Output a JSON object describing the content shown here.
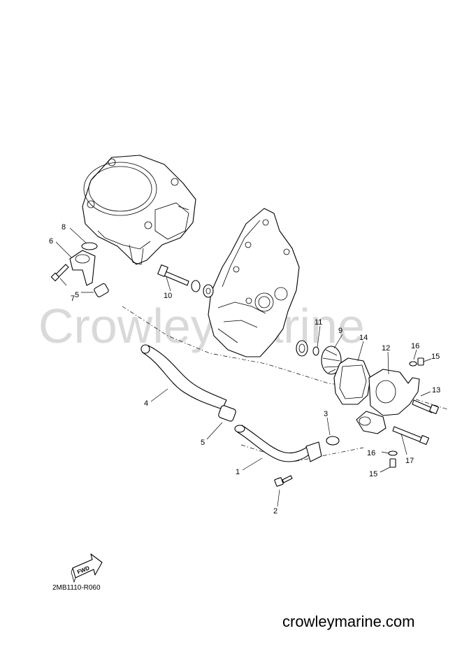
{
  "watermark": "CrowleyMarine",
  "diagram_code": "2MB1110-R060",
  "site_url": "crowleymarine.com",
  "fwd_label": "FWD",
  "callouts": [
    {
      "id": "c1",
      "label": "1"
    },
    {
      "id": "c2",
      "label": "2"
    },
    {
      "id": "c3",
      "label": "3"
    },
    {
      "id": "c4",
      "label": "4"
    },
    {
      "id": "c5a",
      "label": "5"
    },
    {
      "id": "c5b",
      "label": "5"
    },
    {
      "id": "c6",
      "label": "6"
    },
    {
      "id": "c7",
      "label": "7"
    },
    {
      "id": "c8",
      "label": "8"
    },
    {
      "id": "c9",
      "label": "9"
    },
    {
      "id": "c10",
      "label": "10"
    },
    {
      "id": "c11",
      "label": "11"
    },
    {
      "id": "c12",
      "label": "12"
    },
    {
      "id": "c13",
      "label": "13"
    },
    {
      "id": "c14",
      "label": "14"
    },
    {
      "id": "c15a",
      "label": "15"
    },
    {
      "id": "c15b",
      "label": "15"
    },
    {
      "id": "c16a",
      "label": "16"
    },
    {
      "id": "c16b",
      "label": "16"
    },
    {
      "id": "c17",
      "label": "17"
    }
  ]
}
